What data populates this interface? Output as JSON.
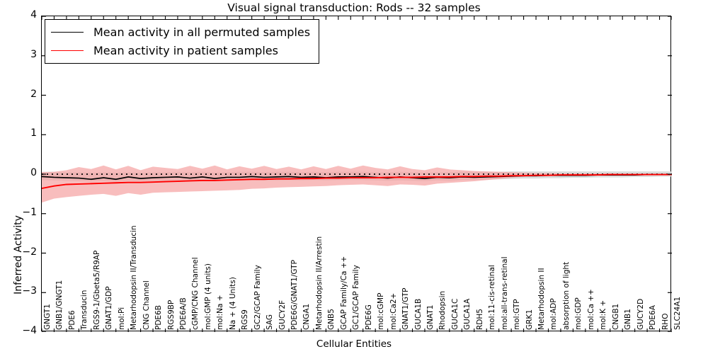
{
  "chart_data": {
    "type": "line",
    "title": "Visual signal transduction: Rods -- 32 samples",
    "xlabel": "Cellular Entities",
    "ylabel": "Inferred Activity",
    "ylim": [
      -4,
      4
    ],
    "yticks": [
      4,
      3,
      2,
      1,
      0,
      -1,
      -2,
      -3,
      -4
    ],
    "ytick_labels": [
      "4",
      "3",
      "2",
      "1",
      "0",
      "−1",
      "−2",
      "−3",
      "−4"
    ],
    "grid": false,
    "legend_position": "upper left",
    "zero_line": {
      "value": 0,
      "style": "dotted",
      "color": "#000000"
    },
    "legend": [
      {
        "label": "Mean activity in all permuted samples",
        "color": "#000000"
      },
      {
        "label": "Mean activity in patient samples",
        "color": "#ff0000"
      }
    ],
    "colors": {
      "permuted_line": "#000000",
      "permuted_band": "#d9d9d9",
      "patient_line": "#ff0000",
      "patient_band": "#f5a3a3",
      "axis": "#000000",
      "background": "#ffffff"
    },
    "categories": [
      "GNGT1",
      "GNB1/GNGT1",
      "PDE6",
      "Transducin",
      "RGS9-1/Gbeta5/R9AP",
      "GNAT1/GDP",
      "mol:Pi",
      "Metarhodopsin II/Transducin",
      "CNG Channel",
      "PDE6B",
      "RGS9BP",
      "PDE6A/B",
      "cGMP/CNG Channel",
      "mol:GMP (4 units)",
      "mol:Na +",
      "Na + (4 Units)",
      "RGS9",
      "GC2/GCAP Family",
      "SAG",
      "GUCY2F",
      "PDE6G/GNAT1/GTP",
      "CNGA1",
      "Metarhodopsin II/Arrestin",
      "GNB5",
      "GCAP Family/Ca ++",
      "GC1/GCAP Family",
      "PDE6G",
      "mol:cGMP",
      "mol:Ca2+",
      "GNAT1/GTP",
      "GUCA1B",
      "GNAT1",
      "Rhodopsin",
      "GUCA1C",
      "GUCA1A",
      "RDH5",
      "mol:11-cis-retinal",
      "mol:all-trans-retinal",
      "mol:GTP",
      "GRK1",
      "Metarhodopsin II",
      "mol:ADP",
      "absorption of light",
      "mol:GDP",
      "mol:Ca ++",
      "mol:K +",
      "CNGB1",
      "GNB1",
      "GUCY2D",
      "PDE6A",
      "RHO",
      "SLC24A1"
    ],
    "series": [
      {
        "name": "Mean activity in all permuted samples",
        "color": "#000000",
        "values": [
          -0.06,
          -0.08,
          -0.09,
          -0.1,
          -0.13,
          -0.09,
          -0.13,
          -0.07,
          -0.11,
          -0.09,
          -0.08,
          -0.07,
          -0.1,
          -0.07,
          -0.11,
          -0.08,
          -0.08,
          -0.06,
          -0.08,
          -0.07,
          -0.06,
          -0.08,
          -0.07,
          -0.09,
          -0.07,
          -0.07,
          -0.06,
          -0.08,
          -0.1,
          -0.07,
          -0.09,
          -0.11,
          -0.08,
          -0.09,
          -0.07,
          -0.08,
          -0.07,
          -0.06,
          -0.05,
          -0.04,
          -0.04,
          -0.03,
          -0.03,
          -0.03,
          -0.03,
          -0.02,
          -0.02,
          -0.02,
          -0.02,
          -0.01,
          -0.01,
          -0.01
        ],
        "band_lower": [
          -0.15,
          -0.16,
          -0.17,
          -0.18,
          -0.19,
          -0.18,
          -0.19,
          -0.17,
          -0.18,
          -0.17,
          -0.17,
          -0.16,
          -0.18,
          -0.16,
          -0.18,
          -0.17,
          -0.16,
          -0.15,
          -0.16,
          -0.16,
          -0.15,
          -0.16,
          -0.15,
          -0.16,
          -0.15,
          -0.15,
          -0.15,
          -0.16,
          -0.17,
          -0.16,
          -0.17,
          -0.18,
          -0.16,
          -0.17,
          -0.15,
          -0.15,
          -0.14,
          -0.13,
          -0.12,
          -0.11,
          -0.11,
          -0.1,
          -0.1,
          -0.09,
          -0.09,
          -0.08,
          -0.08,
          -0.08,
          -0.07,
          -0.07,
          -0.06,
          -0.06
        ],
        "band_upper": [
          0.06,
          0.06,
          0.05,
          0.05,
          0.04,
          0.05,
          0.04,
          0.05,
          0.04,
          0.05,
          0.05,
          0.06,
          0.05,
          0.06,
          0.04,
          0.05,
          0.06,
          0.06,
          0.05,
          0.06,
          0.06,
          0.05,
          0.06,
          0.05,
          0.06,
          0.06,
          0.06,
          0.05,
          0.05,
          0.06,
          0.05,
          0.04,
          0.05,
          0.05,
          0.06,
          0.06,
          0.06,
          0.06,
          0.07,
          0.07,
          0.07,
          0.07,
          0.07,
          0.07,
          0.07,
          0.07,
          0.07,
          0.07,
          0.07,
          0.07,
          0.07,
          0.07
        ]
      },
      {
        "name": "Mean activity in patient samples",
        "color": "#ff0000",
        "values": [
          -0.36,
          -0.3,
          -0.26,
          -0.25,
          -0.24,
          -0.23,
          -0.22,
          -0.21,
          -0.21,
          -0.2,
          -0.19,
          -0.18,
          -0.17,
          -0.16,
          -0.16,
          -0.15,
          -0.14,
          -0.13,
          -0.13,
          -0.12,
          -0.12,
          -0.11,
          -0.11,
          -0.1,
          -0.1,
          -0.09,
          -0.09,
          -0.09,
          -0.08,
          -0.08,
          -0.08,
          -0.07,
          -0.07,
          -0.07,
          -0.06,
          -0.06,
          -0.05,
          -0.05,
          -0.04,
          -0.04,
          -0.03,
          -0.03,
          -0.02,
          -0.02,
          -0.02,
          -0.02,
          -0.01,
          -0.01,
          -0.01,
          -0.01,
          -0.01,
          -0.01
        ],
        "band_lower": [
          -0.72,
          -0.62,
          -0.58,
          -0.55,
          -0.52,
          -0.5,
          -0.55,
          -0.48,
          -0.52,
          -0.47,
          -0.46,
          -0.45,
          -0.44,
          -0.43,
          -0.42,
          -0.41,
          -0.4,
          -0.37,
          -0.36,
          -0.34,
          -0.33,
          -0.32,
          -0.31,
          -0.3,
          -0.28,
          -0.27,
          -0.26,
          -0.28,
          -0.3,
          -0.26,
          -0.27,
          -0.29,
          -0.24,
          -0.22,
          -0.2,
          -0.18,
          -0.15,
          -0.12,
          -0.09,
          -0.06,
          -0.05,
          -0.04,
          -0.03,
          -0.03,
          -0.02,
          -0.02,
          -0.02,
          -0.02,
          -0.02,
          -0.01,
          -0.01,
          -0.01
        ],
        "band_upper": [
          0.05,
          0.06,
          0.1,
          0.18,
          0.13,
          0.22,
          0.12,
          0.21,
          0.1,
          0.19,
          0.16,
          0.13,
          0.21,
          0.14,
          0.22,
          0.12,
          0.2,
          0.14,
          0.21,
          0.13,
          0.19,
          0.12,
          0.2,
          0.13,
          0.21,
          0.14,
          0.22,
          0.16,
          0.12,
          0.2,
          0.13,
          0.1,
          0.17,
          0.12,
          0.1,
          0.08,
          0.07,
          0.06,
          0.05,
          0.04,
          0.03,
          0.03,
          0.02,
          0.02,
          0.02,
          0.02,
          0.02,
          0.01,
          0.01,
          0.01,
          0.01,
          0.01
        ]
      }
    ]
  }
}
